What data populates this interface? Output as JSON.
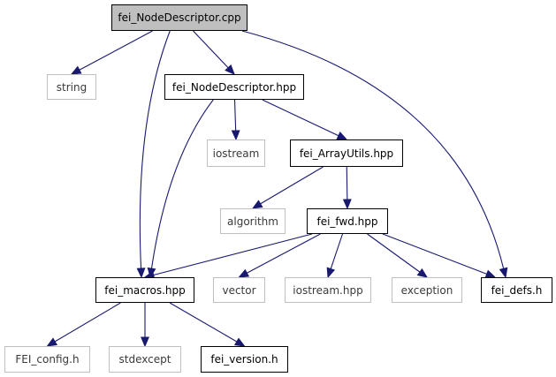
{
  "graph": {
    "edge_color": "#191970",
    "root_fill": "#bfbfbf",
    "external_border": "#bfbfbf",
    "nodes": {
      "fei_nodedescriptor_cpp": {
        "label": "fei_NodeDescriptor.cpp",
        "kind": "root"
      },
      "string": {
        "label": "string",
        "kind": "external"
      },
      "fei_nodedescriptor_hpp": {
        "label": "fei_NodeDescriptor.hpp",
        "kind": "local"
      },
      "iostream": {
        "label": "iostream",
        "kind": "external"
      },
      "fei_arrayutils_hpp": {
        "label": "fei_ArrayUtils.hpp",
        "kind": "local"
      },
      "algorithm": {
        "label": "algorithm",
        "kind": "external"
      },
      "fei_fwd_hpp": {
        "label": "fei_fwd.hpp",
        "kind": "local"
      },
      "fei_macros_hpp": {
        "label": "fei_macros.hpp",
        "kind": "local"
      },
      "vector": {
        "label": "vector",
        "kind": "external"
      },
      "iostream_hpp": {
        "label": "iostream.hpp",
        "kind": "external"
      },
      "exception": {
        "label": "exception",
        "kind": "external"
      },
      "fei_defs_h": {
        "label": "fei_defs.h",
        "kind": "local"
      },
      "fei_config_h": {
        "label": "FEI_config.h",
        "kind": "external"
      },
      "stdexcept": {
        "label": "stdexcept",
        "kind": "external"
      },
      "fei_version_h": {
        "label": "fei_version.h",
        "kind": "local"
      }
    },
    "edges": [
      [
        "fei_nodedescriptor_cpp",
        "string"
      ],
      [
        "fei_nodedescriptor_cpp",
        "fei_nodedescriptor_hpp"
      ],
      [
        "fei_nodedescriptor_cpp",
        "fei_macros_hpp"
      ],
      [
        "fei_nodedescriptor_cpp",
        "fei_defs_h"
      ],
      [
        "fei_nodedescriptor_hpp",
        "iostream"
      ],
      [
        "fei_nodedescriptor_hpp",
        "fei_arrayutils_hpp"
      ],
      [
        "fei_nodedescriptor_hpp",
        "fei_macros_hpp"
      ],
      [
        "fei_arrayutils_hpp",
        "algorithm"
      ],
      [
        "fei_arrayutils_hpp",
        "fei_fwd_hpp"
      ],
      [
        "fei_fwd_hpp",
        "fei_macros_hpp"
      ],
      [
        "fei_fwd_hpp",
        "vector"
      ],
      [
        "fei_fwd_hpp",
        "iostream_hpp"
      ],
      [
        "fei_fwd_hpp",
        "exception"
      ],
      [
        "fei_fwd_hpp",
        "fei_defs_h"
      ],
      [
        "fei_macros_hpp",
        "fei_config_h"
      ],
      [
        "fei_macros_hpp",
        "stdexcept"
      ],
      [
        "fei_macros_hpp",
        "fei_version_h"
      ]
    ]
  }
}
